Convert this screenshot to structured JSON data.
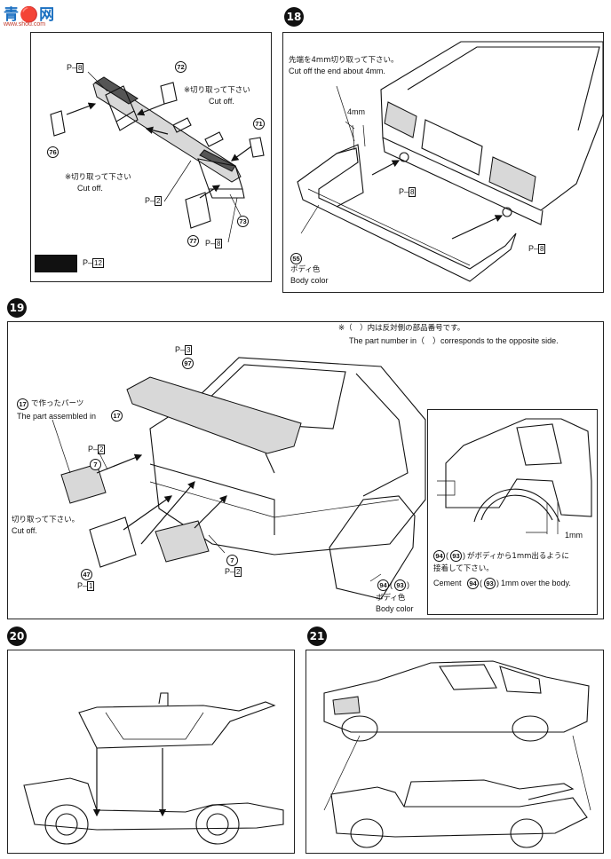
{
  "logo": {
    "main": "青🔴网",
    "sub": "www.shou.com"
  },
  "panel_top_left": {
    "paint_codes": [
      {
        "label": "P–",
        "code": "8"
      },
      {
        "label": "P–",
        "code": "2"
      },
      {
        "label": "P–",
        "code": "8"
      },
      {
        "label": "P–",
        "code": "12"
      }
    ],
    "parts": [
      "72",
      "71",
      "76",
      "77",
      "73"
    ],
    "cut_off_jp_1": "※切り取って下さい",
    "cut_off_en_1": "Cut off.",
    "cut_off_jp_2": "※切り取って下さい",
    "cut_off_en_2": "Cut off."
  },
  "step18": {
    "number": "18",
    "note_jp": "先端を4mm切り取って下さい。",
    "note_en": "Cut off the end about 4mm.",
    "dim": "4mm",
    "paint_codes": [
      {
        "label": "P–",
        "code": "8"
      },
      {
        "label": "P–",
        "code": "8"
      }
    ],
    "part": "55",
    "color_jp": "ボディ色",
    "color_en": "Body color"
  },
  "step19": {
    "number": "19",
    "note_jp": "※（　）内は反対側の部品番号です。",
    "note_en": "The part number in（　）corresponds to the opposite side.",
    "paint_top": {
      "label": "P–",
      "code": "3"
    },
    "part_top": "97",
    "assembled_jp": "で作ったパーツ",
    "assembled_en": "The part assembled in",
    "assembled_ref": "17",
    "paint_codes": [
      {
        "label": "P–",
        "code": "2"
      },
      {
        "label": "P–",
        "code": "1"
      },
      {
        "label": "P–",
        "code": "2"
      }
    ],
    "part_7": "7",
    "part_47": "47",
    "cut_jp": "切り取って下さい。",
    "cut_en": "Cut off.",
    "part_94": "94",
    "part_93": "93",
    "color_jp": "ボディ色",
    "color_en": "Body color",
    "inset": {
      "dim": "1mm",
      "note_jp_1": "がボディから1mm出るように",
      "note_jp_2": "接着して下さい。",
      "note_en": "Cement",
      "note_en_tail": "1mm over the body."
    }
  },
  "step20": {
    "number": "20"
  },
  "step21": {
    "number": "21"
  }
}
